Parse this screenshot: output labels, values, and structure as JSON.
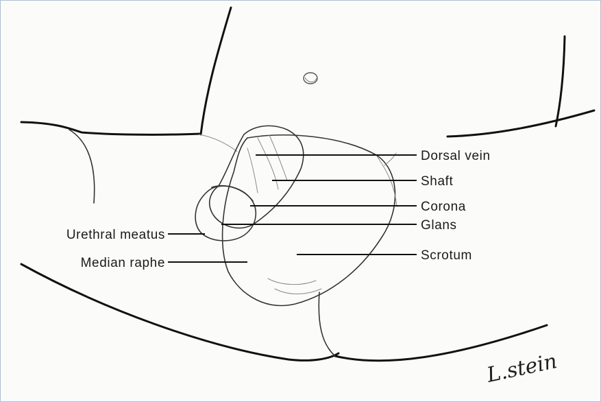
{
  "diagram": {
    "labels": {
      "dorsal_vein": "Dorsal vein",
      "shaft": "Shaft",
      "corona": "Corona",
      "glans": "Glans",
      "urethral_meatus": "Urethral meatus",
      "median_raphe": "Median raphe",
      "scrotum": "Scrotum"
    },
    "signature": "L.stein"
  }
}
